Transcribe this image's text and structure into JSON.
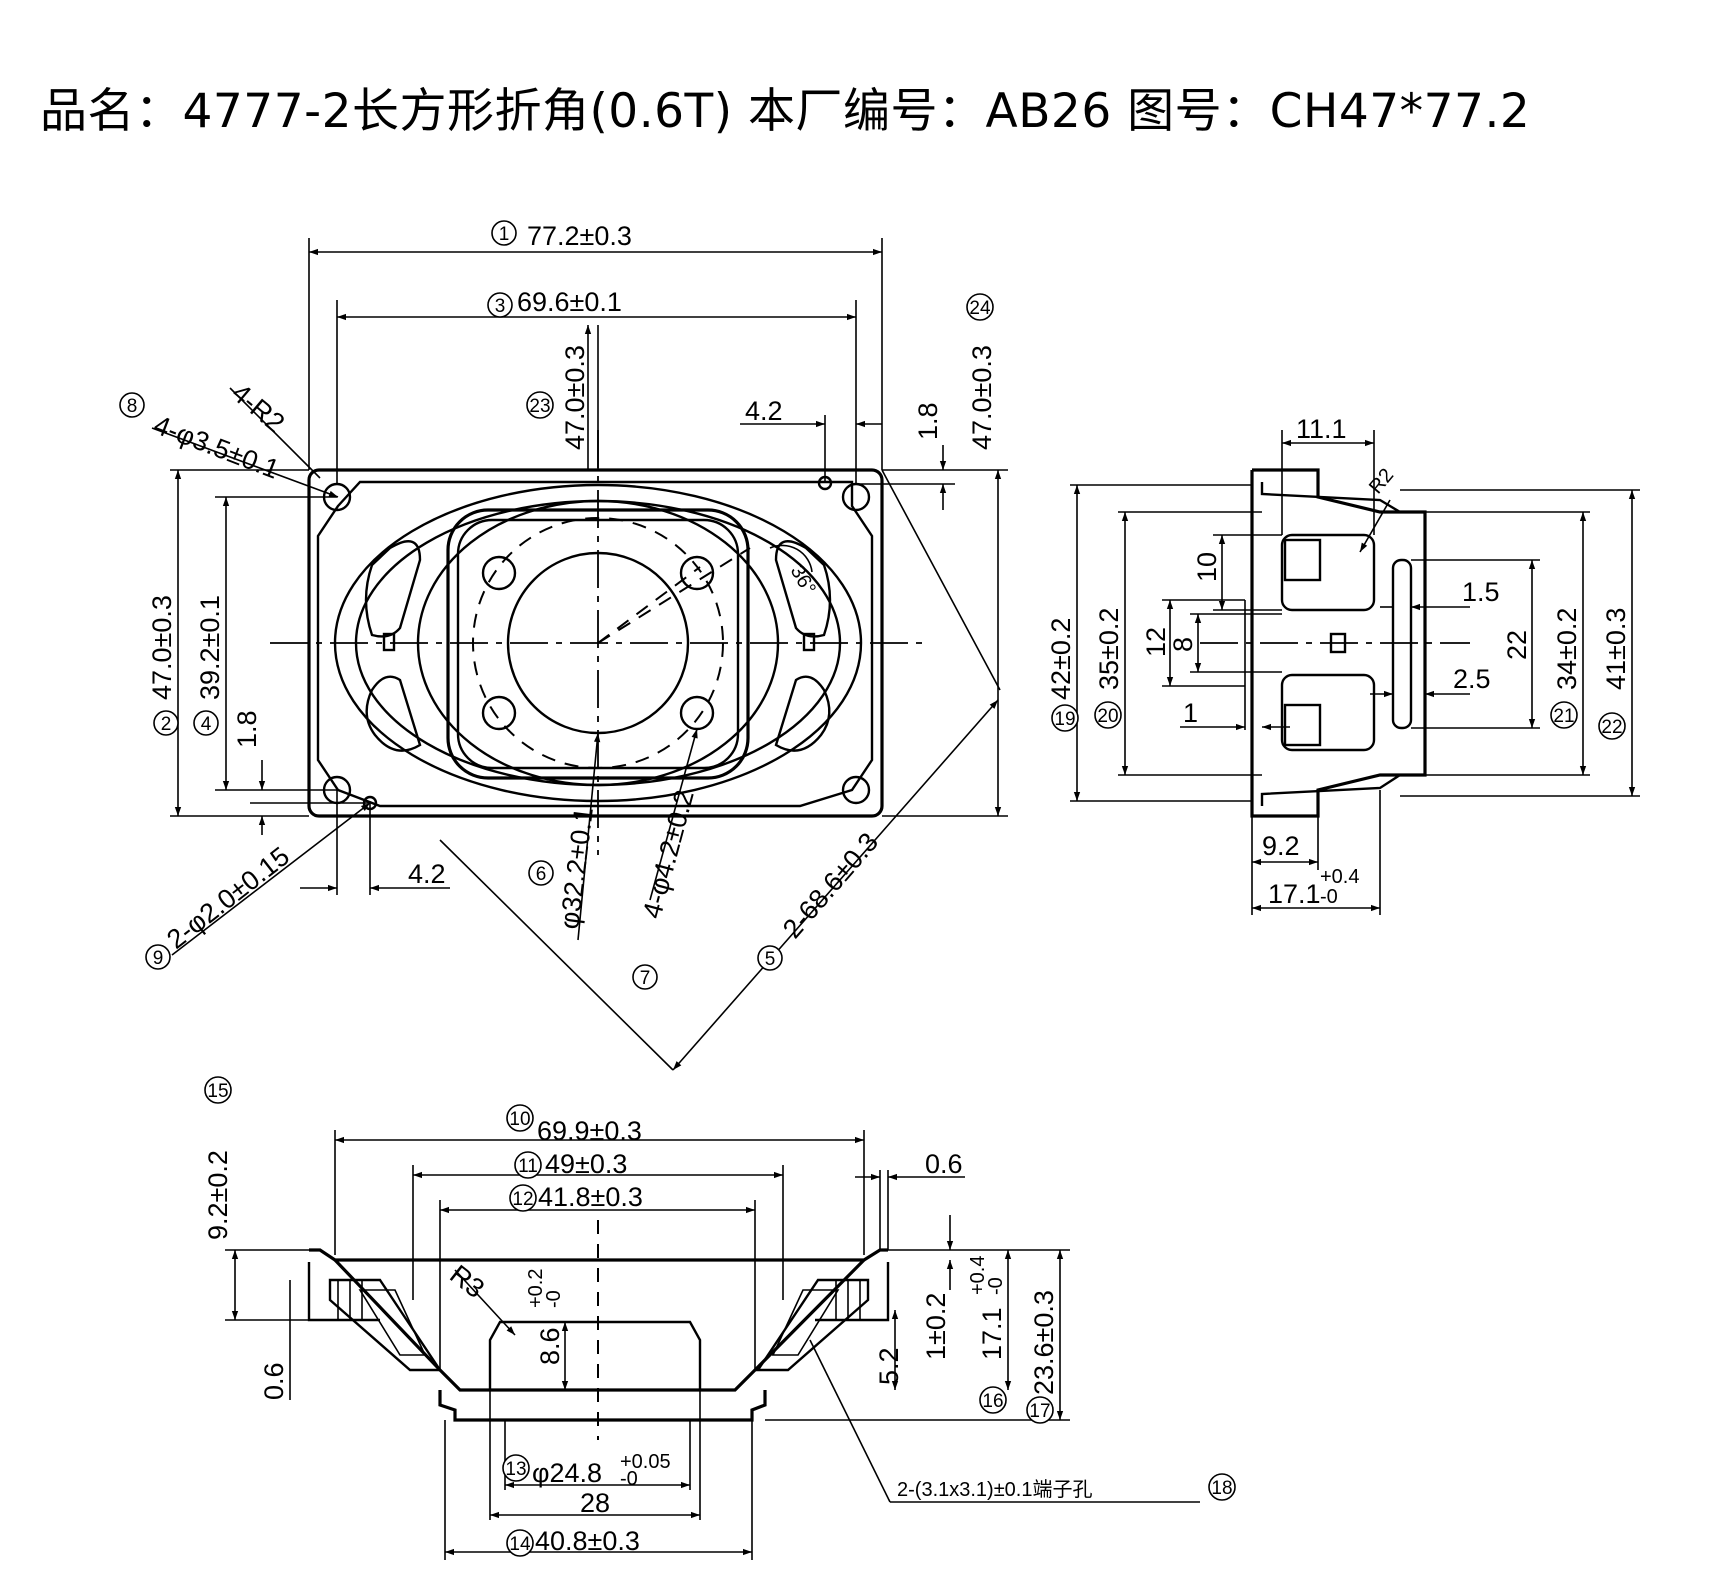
{
  "header": {
    "title": "品名：4777-2长方形折角(0.6T) 本厂编号：AB26 图号：CH47*77.2"
  },
  "top_view": {
    "dims": {
      "d1": "77.2±0.3",
      "d3": "69.6±0.1",
      "d2": "47.0±0.3",
      "d4": "39.2±0.1",
      "d23": "47.0±0.3",
      "d24": "47.0±0.3",
      "d8": "4-φ3.5±0.1",
      "r2": "4-R2",
      "d9": "2-φ2.0±0.15",
      "d6": "φ32.2±0.1",
      "d7": "4-φ4.2±0.2",
      "d5": "2-68.6±0.3",
      "a42_top": "4.2",
      "a42_bot": "4.2",
      "a18_top": "1.8",
      "a18_left": "1.8",
      "angle": "36°"
    },
    "balloons": [
      "1",
      "2",
      "3",
      "4",
      "5",
      "6",
      "7",
      "8",
      "9",
      "23",
      "24"
    ]
  },
  "side_view": {
    "dims": {
      "d19": "42±0.2",
      "d20": "35±0.2",
      "d21": "34±0.2",
      "d22": "41±0.3",
      "w111": "11.1",
      "r2": "R2",
      "h10": "10",
      "h12": "12",
      "h8": "8",
      "w15": "1.5",
      "w25": "2.5",
      "w1": "1",
      "h22": "22",
      "w92": "9.2",
      "w171": "17.1",
      "tol_up": "+0.4",
      "tol_dn": "-0"
    },
    "balloons": [
      "19",
      "20",
      "21",
      "22"
    ]
  },
  "front_view": {
    "dims": {
      "d10": "69.9±0.3",
      "d11": "49±0.3",
      "d12": "41.8±0.3",
      "d06": "0.6",
      "d15": "9.2±0.2",
      "d06b": "0.6",
      "r3": "R3",
      "h86": "8.6",
      "tol86_up": "+0.2",
      "tol86_dn": "-0",
      "h52": "5.2",
      "d16": "1±0.2",
      "h171": "17.1",
      "tol171_up": "+0.4",
      "tol171_dn": "-0",
      "d17": "23.6±0.3",
      "d13": "φ24.8",
      "tol13_up": "+0.05",
      "tol13_dn": "-0",
      "w28": "28",
      "d14": "40.8±0.3",
      "terminal": "2-(3.1x3.1)±0.1端子孔"
    },
    "balloons": [
      "10",
      "11",
      "12",
      "13",
      "14",
      "15",
      "16",
      "17",
      "18"
    ]
  }
}
